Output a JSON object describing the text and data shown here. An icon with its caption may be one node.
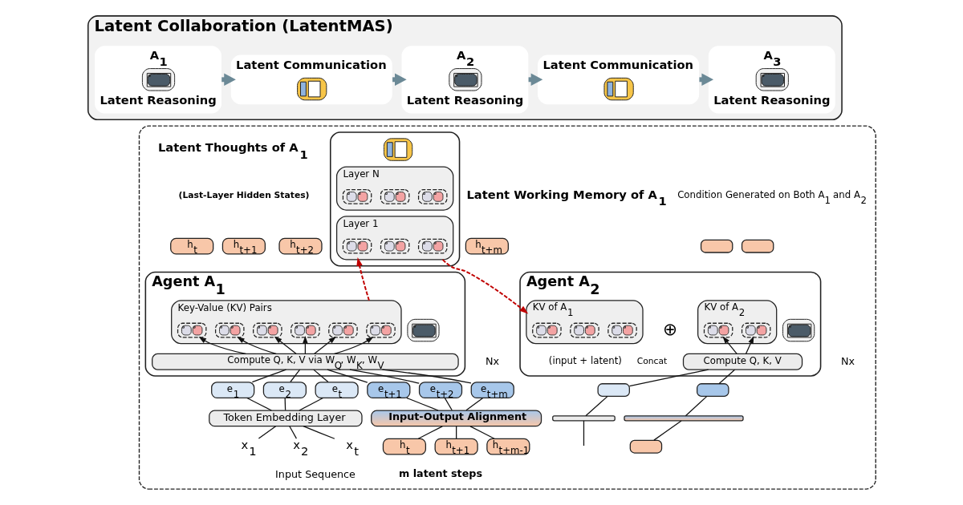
{
  "diagram": {
    "nodes": [
      {
        "text": [
          "Latent Collaboration (LatentMAS)"
        ]
      },
      {
        "text": [
          "A$_{1}$",
          "Latent Reasoning"
        ],
        "in": 0
      },
      {
        "text": [
          "Latent Communication"
        ],
        "in": 0
      },
      {
        "text": [
          "A$_{2}$",
          "Latent Reasoning"
        ],
        "in": 0
      },
      {
        "text": [
          "Latent Communication"
        ],
        "in": 0
      },
      {
        "text": [
          "A$_{3}$",
          "Latent Reasoning"
        ],
        "in": 0
      },
      {
        "text": [],
        "shape": "box"
      },
      {
        "text": [
          "h$_{t}$"
        ],
        "in": 6
      },
      {
        "text": [
          "h$_{t+1}$"
        ],
        "in": 6
      },
      {
        "text": [
          "h$_{t+2}$"
        ],
        "in": 6
      },
      {
        "text": [
          "h$_{t+m}$"
        ],
        "in": 6
      },
      {
        "text": [
          "Agent A$_{1}$"
        ],
        "in": 6,
        "beside": [
          "Nx"
        ]
      },
      {
        "text": [],
        "shape": "picture",
        "in": 11
      },
      {
        "text": [
          "Key-Value (KV) Pairs"
        ],
        "in": 11
      },
      {
        "text": [],
        "shape": "box",
        "in": 13
      },
      {
        "text": [],
        "shape": "box",
        "in": 13
      },
      {
        "text": [],
        "shape": "box",
        "in": 13
      },
      {
        "text": [],
        "shape": "box",
        "in": 13
      },
      {
        "text": [],
        "shape": "box",
        "in": 13
      },
      {
        "text": [],
        "shape": "box",
        "in": 13
      },
      {
        "text": [
          "Compute Q, K, V via W$_{Q}$, W$_{K}$, W$_{V}$"
        ],
        "in": 11
      },
      {
        "text": [
          "e$_{1}$"
        ],
        "in": 6
      },
      {
        "text": [
          "e$_{2}$"
        ],
        "in": 6
      },
      {
        "text": [
          "e$_{t}$"
        ],
        "in": 6
      },
      {
        "text": [
          "e$_{t+1}$"
        ],
        "in": 6
      },
      {
        "text": [
          "e$_{t+2}$"
        ],
        "in": 6
      },
      {
        "text": [
          "e$_{t+m}$"
        ],
        "in": 6
      },
      {
        "text": [
          "Token Embedding Layer"
        ],
        "in": 6
      },
      {
        "text": [
          "Input-Output Alignment"
        ],
        "in": 6
      },
      {
        "text": [
          "x$_{1}$"
        ],
        "in": 6
      },
      {
        "text": [
          "x$_{2}$"
        ],
        "in": 6
      },
      {
        "text": [
          "x$_{t}$"
        ],
        "in": 6
      },
      {
        "text": [
          "h$_{t}$"
        ],
        "in": 6
      },
      {
        "text": [
          "h$_{t+1}$"
        ],
        "in": 6
      },
      {
        "text": [
          "h$_{t+m-1}$"
        ],
        "in": 6
      },
      {
        "text": [],
        "shape": "box",
        "in": 6,
        "beside": [
          "Latent Working Memory of A$_{1}$"
        ]
      },
      {
        "text": [],
        "shape": "picture",
        "in": 35
      },
      {
        "text": [
          "Layer N"
        ],
        "in": 35
      },
      {
        "text": [],
        "shape": "box",
        "in": 37
      },
      {
        "text": [],
        "shape": "box",
        "in": 37
      },
      {
        "text": [],
        "shape": "box",
        "in": 37
      },
      {
        "text": [
          "Layer 1"
        ],
        "in": 35
      },
      {
        "text": [],
        "shape": "box",
        "in": 41
      },
      {
        "text": [],
        "shape": "box",
        "in": 41
      },
      {
        "text": [],
        "shape": "box",
        "in": 41
      },
      {
        "text": [],
        "shape": "box",
        "in": 6
      },
      {
        "text": [],
        "shape": "box",
        "in": 6
      },
      {
        "text": [
          "Agent A$_{2}$"
        ],
        "in": 6,
        "beside": [
          "Nx"
        ]
      },
      {
        "text": [],
        "shape": "picture",
        "in": 47
      },
      {
        "text": [
          "KV of A$_{1}$"
        ],
        "in": 47,
        "beside": [
          "(input + latent)"
        ]
      },
      {
        "text": [],
        "shape": "box",
        "in": 49
      },
      {
        "text": [],
        "shape": "box",
        "in": 49
      },
      {
        "text": [],
        "shape": "box",
        "in": 49
      },
      {
        "text": [
          "KV of A$_{2}$"
        ],
        "in": 47
      },
      {
        "text": [],
        "shape": "box",
        "in": 53
      },
      {
        "text": [],
        "shape": "box",
        "in": 53
      },
      {
        "text": [
          "Compute Q, K, V"
        ],
        "in": 47
      },
      {
        "text": [],
        "shape": "box",
        "in": 6
      },
      {
        "text": [],
        "shape": "box",
        "in": 6
      },
      {
        "text": [],
        "shape": "bar",
        "in": 6
      },
      {
        "text": [],
        "shape": "bar",
        "in": 6
      },
      {
        "text": [],
        "shape": "box",
        "in": 6
      }
    ],
    "edges": [
      {
        "from": 1,
        "to": 2,
        "arrow": "to",
        "style": "thick",
        "color": "#6b8996"
      },
      {
        "from": 2,
        "to": 3,
        "arrow": "to",
        "style": "thick",
        "color": "#6b8996"
      },
      {
        "from": 3,
        "to": 4,
        "arrow": "to",
        "style": "thick",
        "color": "#6b8996"
      },
      {
        "from": 4,
        "to": 5,
        "arrow": "to",
        "style": "thick",
        "color": "#6b8996"
      },
      {
        "from": 29,
        "to": 27,
        "arrow": "none"
      },
      {
        "from": 30,
        "to": 27,
        "arrow": "none"
      },
      {
        "from": 31,
        "to": 27,
        "arrow": "none"
      },
      {
        "from": 27,
        "to": 21,
        "arrow": "none"
      },
      {
        "from": 27,
        "to": 22,
        "arrow": "none"
      },
      {
        "from": 27,
        "to": 23,
        "arrow": "none"
      },
      {
        "from": 21,
        "to": 20,
        "arrow": "none"
      },
      {
        "from": 22,
        "to": 20,
        "arrow": "none"
      },
      {
        "from": 23,
        "to": 20,
        "arrow": "none"
      },
      {
        "from": 20,
        "to": 14,
        "arrow": "to"
      },
      {
        "from": 20,
        "to": 15,
        "arrow": "to"
      },
      {
        "from": 20,
        "to": 16,
        "arrow": "to"
      },
      {
        "from": 32,
        "to": 28,
        "arrow": "none"
      },
      {
        "from": 33,
        "to": 28,
        "arrow": "none"
      },
      {
        "from": 34,
        "to": 28,
        "arrow": "none"
      },
      {
        "from": 28,
        "to": 24,
        "arrow": "none"
      },
      {
        "from": 28,
        "to": 25,
        "arrow": "none"
      },
      {
        "from": 28,
        "to": 26,
        "arrow": "none"
      },
      {
        "from": 24,
        "to": 20,
        "arrow": "none"
      },
      {
        "from": 25,
        "to": 20,
        "arrow": "none"
      },
      {
        "from": 26,
        "to": 20,
        "arrow": "none"
      },
      {
        "from": 20,
        "to": 17,
        "arrow": "to"
      },
      {
        "from": 20,
        "to": 18,
        "arrow": "to"
      },
      {
        "from": 20,
        "to": 19,
        "arrow": "to"
      },
      {
        "from": 13,
        "to": 41,
        "arrow": "to",
        "style": "dashed",
        "color": "#c00000"
      },
      {
        "from": 41,
        "to": 49,
        "arrow": "to",
        "style": "dashed",
        "color": "#c00000"
      },
      {
        "from": null,
        "to": 59,
        "arrow": "none"
      },
      {
        "from": 59,
        "to": 57,
        "arrow": "none"
      },
      {
        "from": 57,
        "to": 56,
        "arrow": "none"
      },
      {
        "from": 56,
        "to": 54,
        "arrow": "to"
      },
      {
        "from": 61,
        "to": 60,
        "arrow": "none"
      },
      {
        "from": 60,
        "to": 58,
        "arrow": "none"
      },
      {
        "from": 58,
        "to": 56,
        "arrow": "none"
      },
      {
        "from": 56,
        "to": 55,
        "arrow": "to"
      }
    ],
    "labels": [
      "Latent Thoughts of A$_{1}$",
      "(Last-Layer Hidden States)",
      "Condition Generated on Both A$_{1}$ and A$_{2}$",
      "⊕",
      "Concat",
      "Input Sequence",
      "m latent steps"
    ]
  }
}
